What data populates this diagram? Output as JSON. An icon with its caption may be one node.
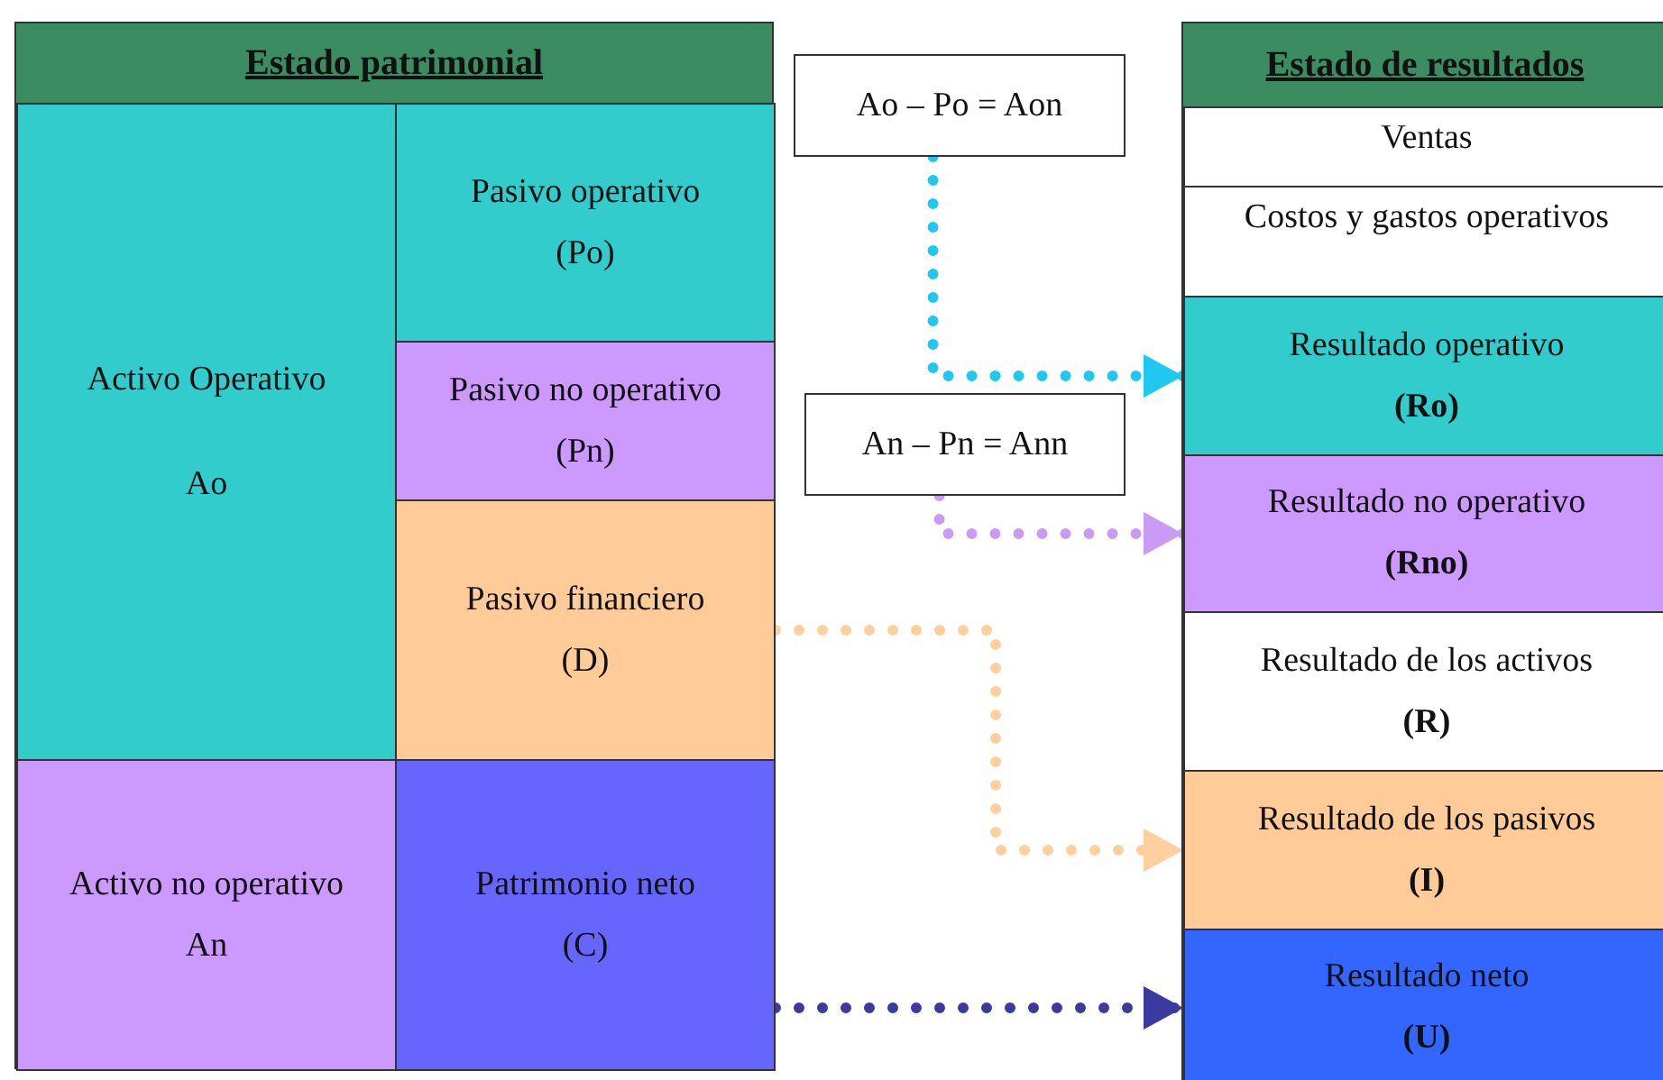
{
  "diagram": {
    "nodes": [
      {
        "text": [
          "Estado patrimonial"
        ]
      },
      {
        "text": [
          "Activo Operativo",
          "Ao"
        ],
        "in": 0
      },
      {
        "text": [
          "Pasivo operativo",
          "(Po)"
        ],
        "in": 0
      },
      {
        "text": [
          "Pasivo no operativo",
          "(Pn)"
        ],
        "in": 0
      },
      {
        "text": [
          "Pasivo financiero",
          "(D)"
        ],
        "in": 0
      },
      {
        "text": [
          "Activo no operativo",
          "An"
        ],
        "in": 0
      },
      {
        "text": [
          "Patrimonio neto",
          "(C)"
        ],
        "in": 0
      },
      {
        "text": [
          "Ao – Po = Aon"
        ]
      },
      {
        "text": [
          "An – Pn = Ann"
        ]
      },
      {
        "text": [
          "Estado de resultados"
        ]
      },
      {
        "text": [
          "Ventas"
        ],
        "in": 9
      },
      {
        "text": [
          "Costos y gastos operativos"
        ],
        "in": 9
      },
      {
        "text": [
          "Resultado operativo",
          "(Ro)"
        ],
        "in": 9
      },
      {
        "text": [
          "Resultado no operativo",
          "(Rno)"
        ],
        "in": 9
      },
      {
        "text": [
          "Resultado de los activos",
          "(R)"
        ],
        "in": 9
      },
      {
        "text": [
          "Resultado  de los pasivos",
          "(I)"
        ],
        "in": 9
      },
      {
        "text": [
          "Resultado neto",
          "(U)"
        ],
        "in": 9
      }
    ],
    "edges": [
      {
        "from": 7,
        "to": 12,
        "arrow": "to",
        "style": "dashed",
        "color": "#1ec8f0"
      },
      {
        "from": 8,
        "to": 13,
        "arrow": "to",
        "style": "dashed",
        "color": "#c89bf5"
      },
      {
        "from": 4,
        "to": 15,
        "arrow": "to",
        "style": "dashed",
        "color": "#ffcf9e"
      },
      {
        "from": 6,
        "to": 16,
        "arrow": "to",
        "style": "dashed",
        "color": "#3a3aa0"
      }
    ]
  }
}
